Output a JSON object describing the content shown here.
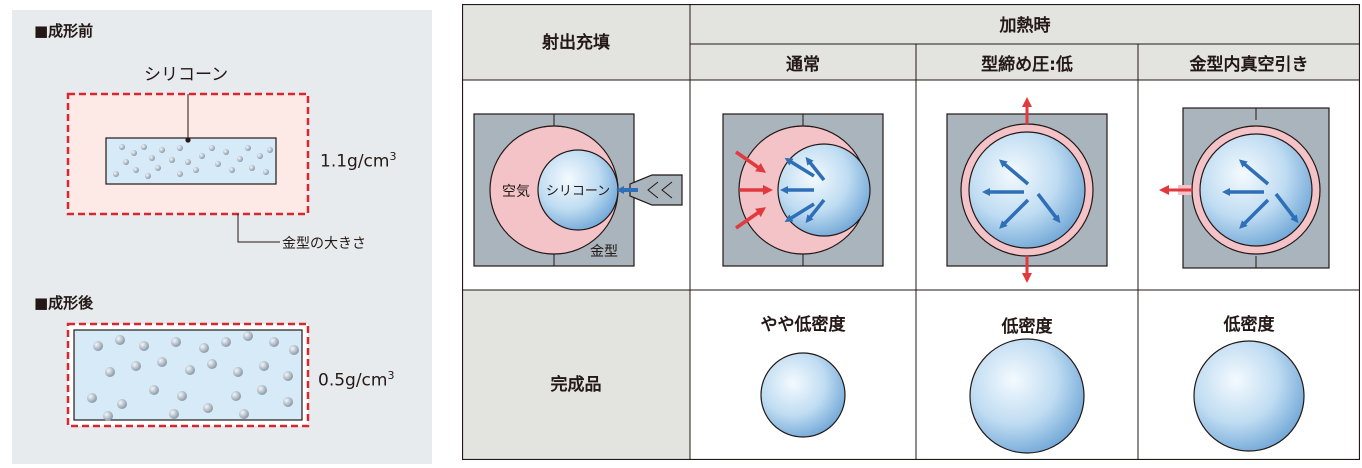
{
  "left": {
    "before_heading": "■成形前",
    "silicone_label": "シリコーン",
    "before_density_main": "1.1g/cm",
    "before_density_exp": "3",
    "mold_size_label": "金型の大きさ",
    "after_heading": "■成形後",
    "after_density_main": "0.5g/cm",
    "after_density_exp": "3"
  },
  "table": {
    "col_injection": "射出充填",
    "col_heating": "加熱時",
    "sub_normal": "通常",
    "sub_low_clamp": "型締め圧:低",
    "sub_vacuum": "金型内真空引き",
    "row_finished": "完成品",
    "density_normal": "やや低密度",
    "density_low_clamp": "低密度",
    "density_vacuum": "低密度",
    "label_air": "空気",
    "label_silicone": "シリコーン",
    "label_mold": "金型"
  },
  "colors": {
    "left_panel_bg": "#e8ebee",
    "mold_gray": "#a9b4bd",
    "air_pink": "#f4c3c8",
    "frame_red": "#e03a3e",
    "arrow_blue": "#2e6fb7",
    "sphere_light": "#e8f4fc",
    "sphere_dark": "#7fb3dd",
    "header_bg": "#e3e3df"
  }
}
